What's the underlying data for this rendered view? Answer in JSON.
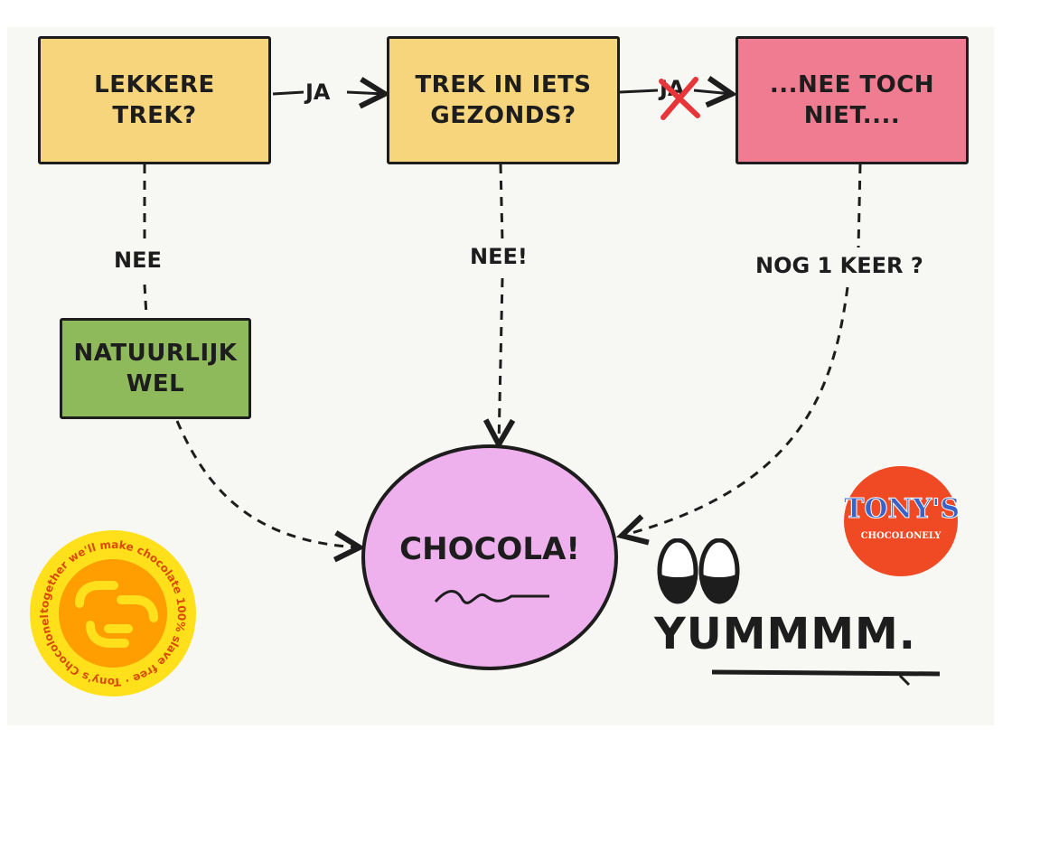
{
  "colors": {
    "yellow_box": "#f7d57c",
    "pink_box": "#f07c92",
    "green_box": "#8fba5c",
    "circle": "#eeb1ee",
    "background": "#f7f7f3",
    "seal_outer": "#ffe01a",
    "seal_inner": "#ff9e00",
    "logo_red": "#f04a24",
    "ink": "#1d1d1d",
    "cross": "#e8353a"
  },
  "boxes": {
    "lekkere_trek": "LEKKERE TREK?",
    "trek_gezond": "TREK IN IETS GEZONDS?",
    "nee_toch": "...NEE TOCH NIET....",
    "natuurlijk_wel": "NATUURLIJK WEL"
  },
  "labels": {
    "ja_1": "JA",
    "ja_2": "JA",
    "nee_1": "NEE",
    "nee_2": "NEE!",
    "nog_keer": "NOG 1 KEER ?"
  },
  "center": {
    "text": "CHOCOLA!"
  },
  "yum": {
    "text": "YUMMMM."
  },
  "seal": {
    "ring_text": "together we'll make chocolate 100% slave free · Tony's Chocolonely ·"
  },
  "logo": {
    "line1": "TONY'S",
    "line2": "CHOCOLONELY"
  }
}
